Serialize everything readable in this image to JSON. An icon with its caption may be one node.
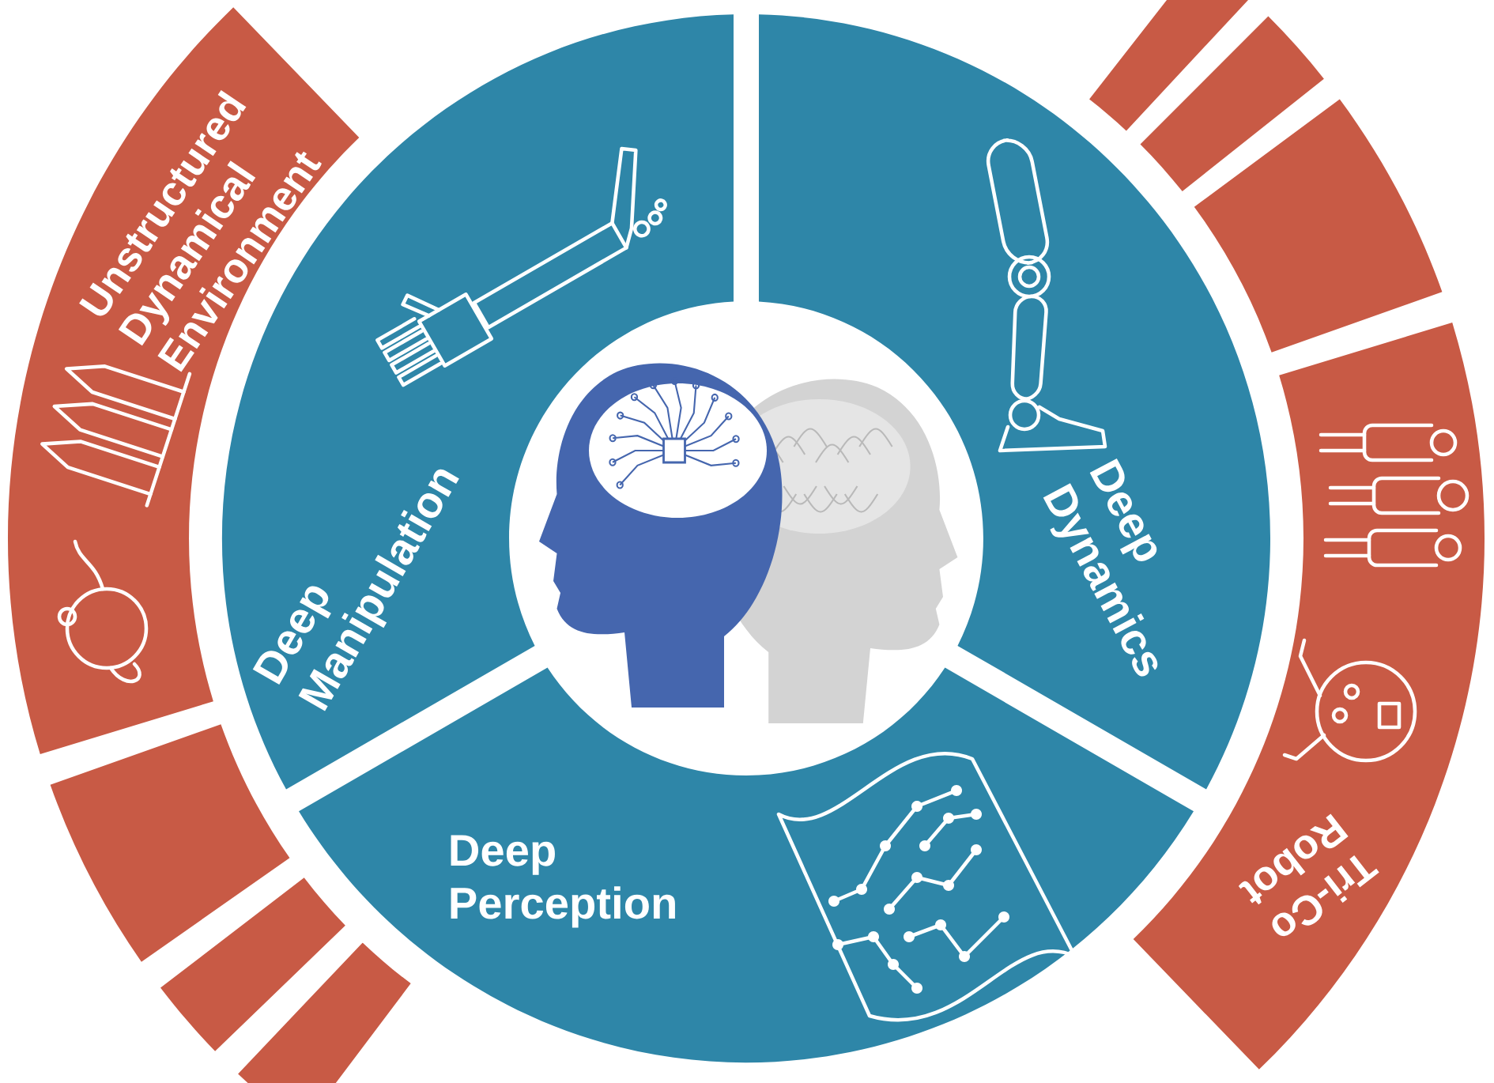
{
  "diagram": {
    "nodes": [
      {
        "text": [
          "Deep Manipulation"
        ]
      },
      {
        "text": [
          "Deep Dynamics"
        ]
      },
      {
        "text": [
          "Deep Perception"
        ]
      },
      {
        "text": [
          "Unstructured Dynamical Environment"
        ]
      },
      {
        "text": [
          "Tri-Co Robot"
        ]
      },
      {
        "text": [],
        "shape": "band"
      },
      {
        "text": [],
        "shape": "band"
      },
      {
        "text": [],
        "shape": "band"
      },
      {
        "text": [],
        "shape": "band"
      },
      {
        "text": [],
        "shape": "band"
      },
      {
        "text": [],
        "shape": "band"
      }
    ]
  }
}
